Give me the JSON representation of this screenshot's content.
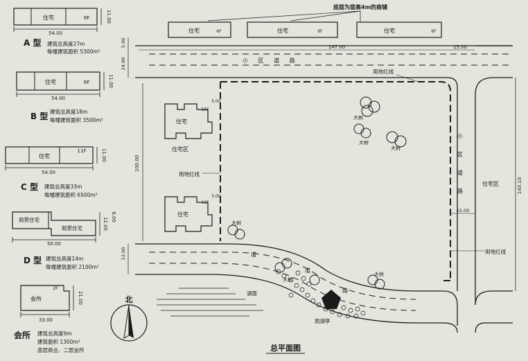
{
  "plan_title": "总平面图",
  "north_label": "北",
  "type_a": {
    "letter": "A 型",
    "height_line": "建筑总高度27m",
    "area_line": "每幢建筑面积 5300m²",
    "unit_label": "住宅",
    "floors": "9F",
    "length": "54.00",
    "depth": "11.00"
  },
  "type_b": {
    "letter": "B 型",
    "height_line": "建筑总高度18m",
    "area_line": "每幢建筑面积 3500m²",
    "unit_label": "住宅",
    "floors": "6F",
    "length": "54.00",
    "depth": "11.00"
  },
  "type_c": {
    "letter": "C 型",
    "height_line": "建筑总高度33m",
    "area_line": "每幢建筑面积 6500m²",
    "unit_label": "住宅",
    "floors": "11F",
    "length": "54.00",
    "depth": "11.00"
  },
  "type_d": {
    "letter": "D 型",
    "height_line": "建筑总高度14m",
    "area_line": "每幢建筑面积 2100m²",
    "unit_label_1": "观景住宅",
    "unit_label_2": "观景住宅",
    "length": "50.00",
    "depth_1": "12.00",
    "depth_2": "6.00"
  },
  "clubhouse": {
    "letter": "会所",
    "height_line": "建筑总高度9m",
    "area_line": "建筑面积 1300m²",
    "note_line": "底层商业、二层会所",
    "unit_label": "会所",
    "floors": "2F",
    "length": "33.00",
    "depth": "21.00"
  },
  "site": {
    "top_note": "底层为层高4m的商铺",
    "top_building_label": "住宅",
    "top_building_floors": "6F",
    "road_top_label": "小 区 道 路",
    "road_right_label": "小 区 道 路",
    "road_bottom_label_1": "道",
    "road_bottom_label_2": "路",
    "road_bottom_label_3": "道",
    "redline_label_top": "用地红线",
    "redline_label_left": "用地红线",
    "redline_label_right": "用地红线",
    "residential_left": "住宅区",
    "residential_right": "住宅区",
    "existing_bldg_label": "住宅",
    "existing_bldg_floors": "15F",
    "existing_bldg_floors_2": "11F",
    "tree_label": "大树",
    "lake_label": "湖面",
    "pavilion_label": "观湖亭",
    "dim_top_setback": "5.00",
    "dim_road_top": "24.00",
    "dim_site_width": "147.00",
    "dim_right_road": "15.00",
    "dim_site_height": "100.00",
    "dim_right_height": "143.10",
    "dim_bldg_gap_1": "5.00",
    "dim_bldg_gap_2": "5.00",
    "dim_bottom_road": "12.00",
    "dim_right_setback": "15.00"
  }
}
